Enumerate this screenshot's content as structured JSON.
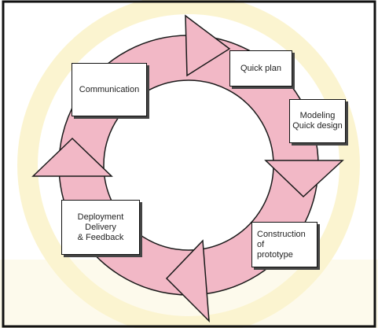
{
  "diagram": {
    "steps": [
      {
        "id": "communication",
        "label": "Communication"
      },
      {
        "id": "quick-plan",
        "label": "Quick plan"
      },
      {
        "id": "modeling",
        "label": "Modeling\nQuick design"
      },
      {
        "id": "construction",
        "label": "Construction\nof\nprototype"
      },
      {
        "id": "deployment",
        "label": "Deployment\nDelivery\n& Feedback"
      }
    ],
    "colors": {
      "ring_fill": "#f2b8c6",
      "ring_stroke": "#1a1a1a",
      "watermark": "#f6e27a",
      "frame": "#111111"
    }
  }
}
